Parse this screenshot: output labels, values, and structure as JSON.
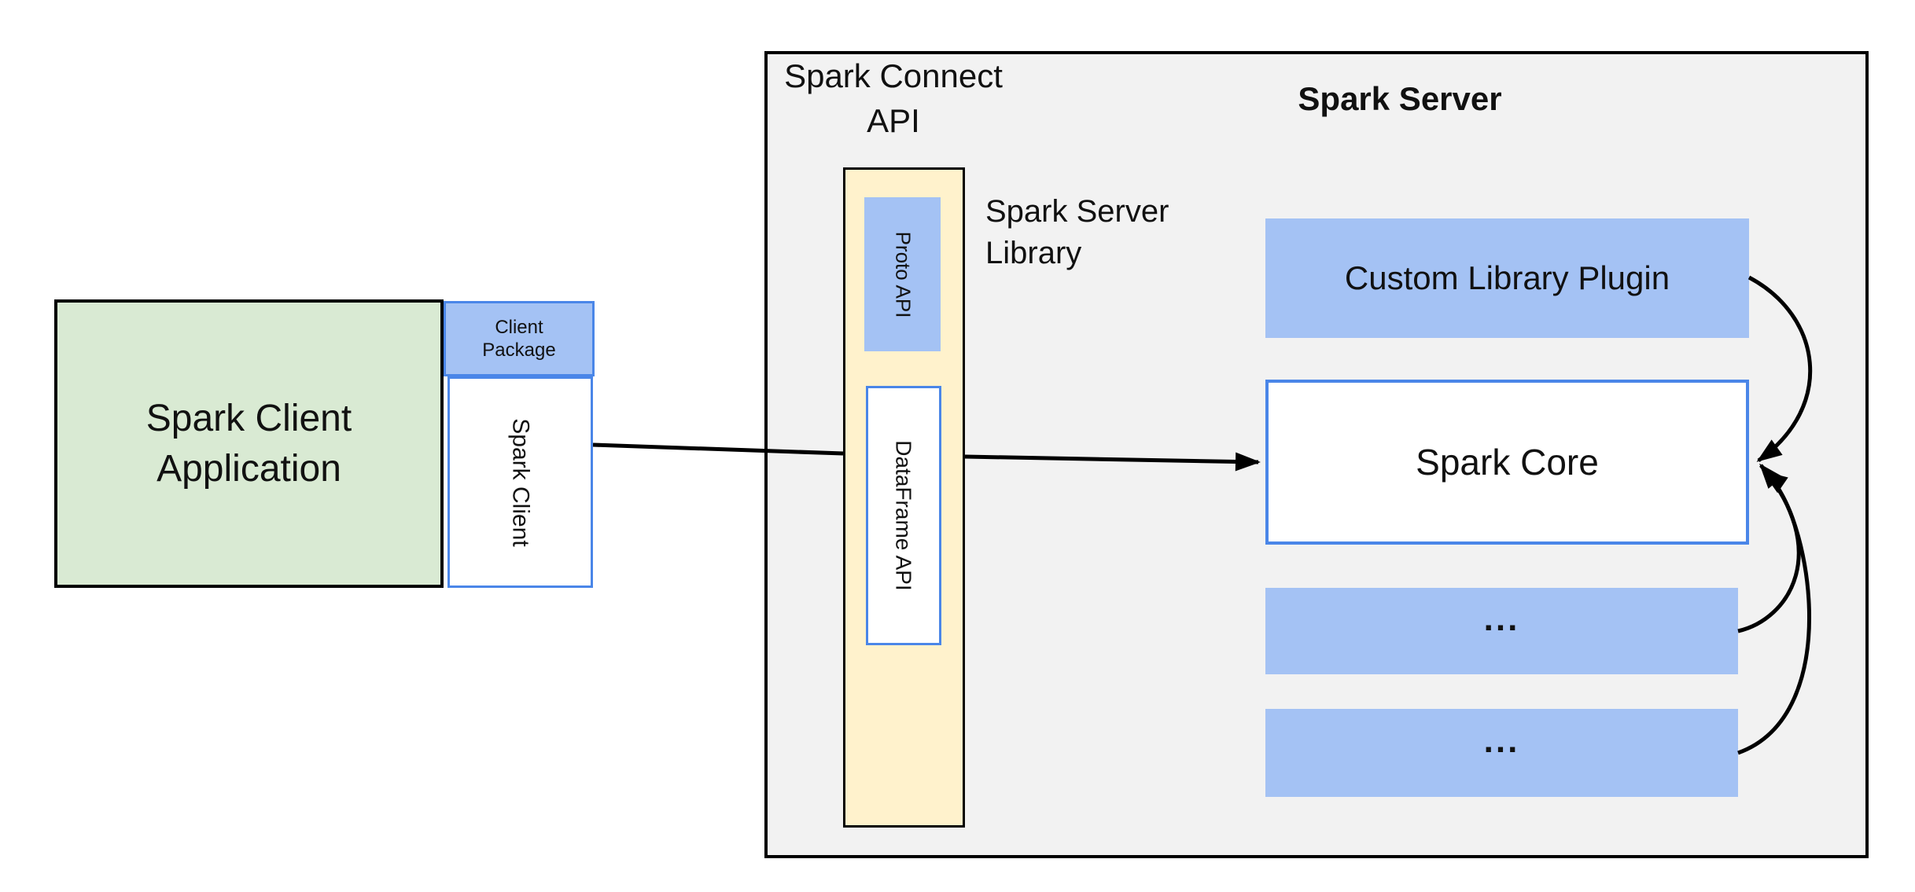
{
  "diagram": {
    "client_app": {
      "label": "Spark Client\nApplication"
    },
    "client_package": {
      "label": "Client\nPackage"
    },
    "spark_client": {
      "label": "Spark Client"
    },
    "connect_api": {
      "label": "Spark Connect\nAPI"
    },
    "server_title": {
      "label": "Spark Server"
    },
    "proto_api": {
      "label": "Proto API"
    },
    "dataframe_api": {
      "label": "DataFrame API"
    },
    "server_library": {
      "label": "Spark Server\nLibrary"
    },
    "custom_plugin": {
      "label": "Custom Library Plugin"
    },
    "spark_core": {
      "label": "Spark Core"
    },
    "ellipsis_1": {
      "label": "..."
    },
    "ellipsis_2": {
      "label": "..."
    },
    "colors": {
      "box_blue_fill": "#a4c2f4",
      "box_green_fill": "#d9ead3",
      "box_yellow_fill": "#fff2cc",
      "panel_gray_fill": "#f2f2f2",
      "border_blue": "#4a86e8",
      "border_black": "#000000",
      "arrow_black": "#000000"
    }
  }
}
